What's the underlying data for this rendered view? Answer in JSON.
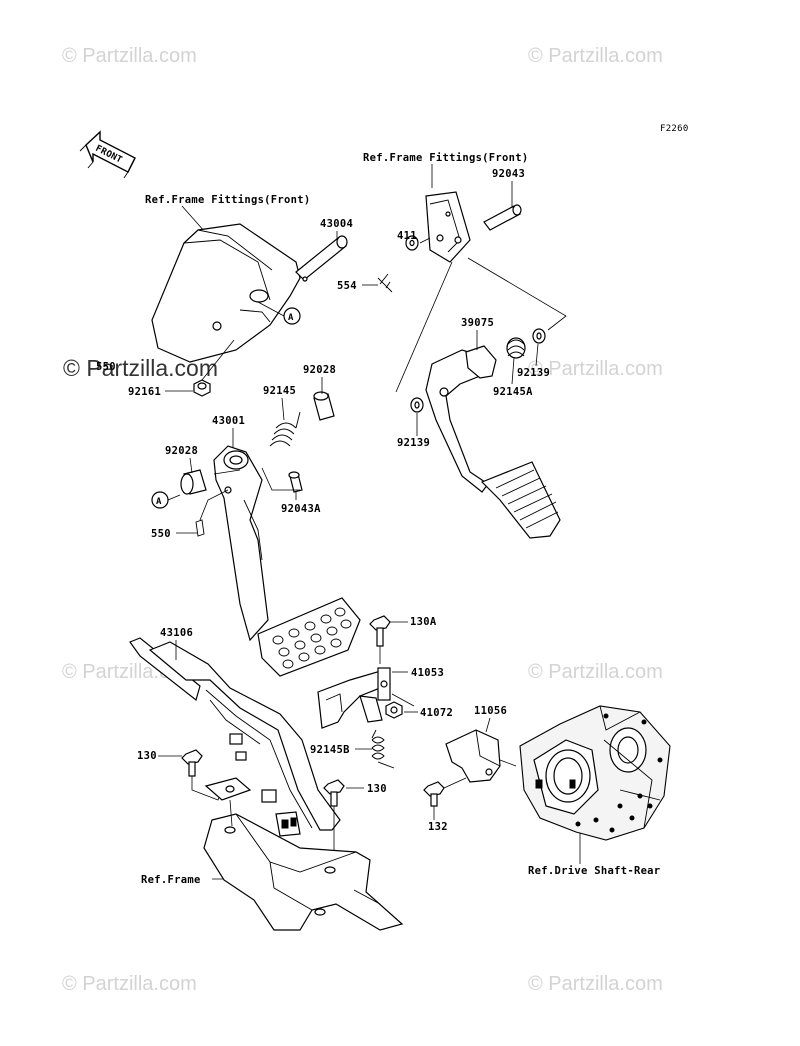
{
  "diagram": {
    "code": "F2260",
    "front_label": "FRONT",
    "watermarks": [
      "© Partzilla.com",
      "© Partzilla.com",
      "© Partzilla.com",
      "© Partzilla.com",
      "© Partzilla.com",
      "© Partzilla.com",
      "© Partzilla.com",
      "© Partzilla.com"
    ],
    "watermark_bold": "© Partzilla.com",
    "ref_labels": {
      "frame_fittings_left": "Ref.Frame Fittings(Front)",
      "frame_fittings_right": "Ref.Frame Fittings(Front)",
      "frame": "Ref.Frame",
      "drive_shaft": "Ref.Drive Shaft-Rear"
    },
    "callout_a": "A",
    "part_numbers": {
      "p92043": "92043",
      "p43004": "43004",
      "p411": "411",
      "p554": "554",
      "p550_top": "550",
      "p92161": "92161",
      "p39075": "39075",
      "p92139_right": "92139",
      "p92145A": "92145A",
      "p92139_left": "92139",
      "p92028_top": "92028",
      "p92145": "92145",
      "p43001": "43001",
      "p92028_left": "92028",
      "p92043A": "92043A",
      "p550": "550",
      "p130A": "130A",
      "p43106": "43106",
      "p41053": "41053",
      "p41072": "41072",
      "p11056": "11056",
      "p130_left": "130",
      "p92145B": "92145B",
      "p130_right": "130",
      "p132": "132"
    }
  }
}
